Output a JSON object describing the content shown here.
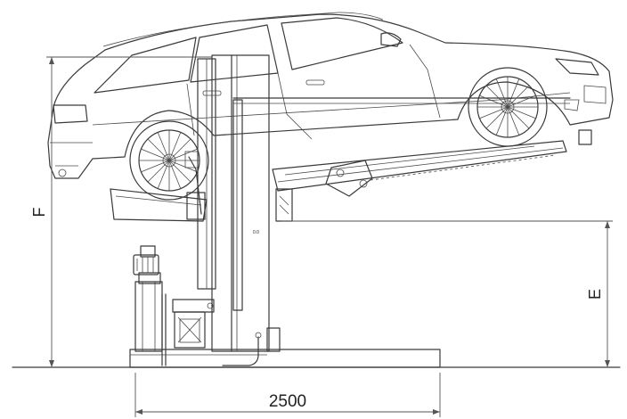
{
  "dimensions": {
    "width_value": "2500",
    "height_label_f": "F",
    "height_label_e": "E"
  },
  "drawing_small_text": "0.0"
}
